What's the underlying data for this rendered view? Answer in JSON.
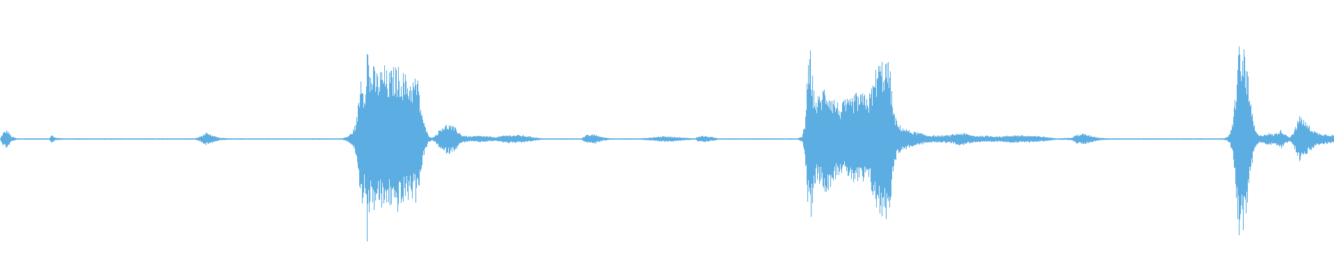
{
  "waveform": {
    "color": "#5dade2",
    "background": "#ffffff",
    "envelope": [
      [
        0,
        1
      ],
      [
        4,
        10
      ],
      [
        10,
        14
      ],
      [
        16,
        4
      ],
      [
        24,
        1
      ],
      [
        70,
        1
      ],
      [
        74,
        6
      ],
      [
        80,
        2
      ],
      [
        90,
        1
      ],
      [
        280,
        1
      ],
      [
        288,
        4
      ],
      [
        296,
        9
      ],
      [
        306,
        5
      ],
      [
        316,
        2
      ],
      [
        330,
        1
      ],
      [
        492,
        1
      ],
      [
        500,
        4
      ],
      [
        506,
        10
      ],
      [
        512,
        24
      ],
      [
        516,
        60
      ],
      [
        520,
        110
      ],
      [
        524,
        70
      ],
      [
        528,
        150
      ],
      [
        532,
        100
      ],
      [
        536,
        110
      ],
      [
        540,
        100
      ],
      [
        546,
        100
      ],
      [
        552,
        110
      ],
      [
        558,
        96
      ],
      [
        564,
        104
      ],
      [
        570,
        108
      ],
      [
        576,
        104
      ],
      [
        582,
        96
      ],
      [
        590,
        88
      ],
      [
        596,
        90
      ],
      [
        600,
        96
      ],
      [
        604,
        60
      ],
      [
        610,
        24
      ],
      [
        616,
        6
      ],
      [
        622,
        2
      ],
      [
        628,
        8
      ],
      [
        636,
        20
      ],
      [
        646,
        22
      ],
      [
        656,
        16
      ],
      [
        664,
        6
      ],
      [
        676,
        4
      ],
      [
        690,
        5
      ],
      [
        712,
        3
      ],
      [
        730,
        6
      ],
      [
        748,
        6
      ],
      [
        762,
        4
      ],
      [
        780,
        1
      ],
      [
        836,
        1
      ],
      [
        844,
        6
      ],
      [
        856,
        7
      ],
      [
        866,
        3
      ],
      [
        880,
        1
      ],
      [
        920,
        1
      ],
      [
        934,
        2
      ],
      [
        950,
        4
      ],
      [
        966,
        4
      ],
      [
        984,
        2
      ],
      [
        1000,
        1
      ],
      [
        1004,
        4
      ],
      [
        1012,
        5
      ],
      [
        1024,
        3
      ],
      [
        1034,
        1
      ],
      [
        1148,
        1
      ],
      [
        1154,
        4
      ],
      [
        1158,
        24
      ],
      [
        1162,
        100
      ],
      [
        1166,
        130
      ],
      [
        1170,
        80
      ],
      [
        1174,
        60
      ],
      [
        1180,
        66
      ],
      [
        1186,
        80
      ],
      [
        1192,
        74
      ],
      [
        1198,
        64
      ],
      [
        1204,
        56
      ],
      [
        1210,
        48
      ],
      [
        1216,
        60
      ],
      [
        1222,
        56
      ],
      [
        1228,
        66
      ],
      [
        1234,
        68
      ],
      [
        1240,
        66
      ],
      [
        1246,
        70
      ],
      [
        1250,
        64
      ],
      [
        1256,
        84
      ],
      [
        1262,
        112
      ],
      [
        1268,
        116
      ],
      [
        1274,
        118
      ],
      [
        1280,
        110
      ],
      [
        1286,
        40
      ],
      [
        1292,
        22
      ],
      [
        1300,
        17
      ],
      [
        1310,
        12
      ],
      [
        1324,
        9
      ],
      [
        1334,
        6
      ],
      [
        1350,
        5
      ],
      [
        1366,
        6
      ],
      [
        1380,
        9
      ],
      [
        1386,
        9
      ],
      [
        1394,
        7
      ],
      [
        1402,
        5
      ],
      [
        1420,
        5
      ],
      [
        1440,
        4
      ],
      [
        1460,
        6
      ],
      [
        1480,
        5
      ],
      [
        1500,
        4
      ],
      [
        1520,
        1
      ],
      [
        1542,
        2
      ],
      [
        1550,
        7
      ],
      [
        1560,
        8
      ],
      [
        1570,
        5
      ],
      [
        1582,
        2
      ],
      [
        1600,
        1
      ],
      [
        1760,
        1
      ],
      [
        1766,
        3
      ],
      [
        1770,
        8
      ],
      [
        1774,
        30
      ],
      [
        1778,
        70
      ],
      [
        1782,
        145
      ],
      [
        1786,
        120
      ],
      [
        1790,
        140
      ],
      [
        1794,
        110
      ],
      [
        1800,
        50
      ],
      [
        1806,
        14
      ],
      [
        1812,
        5
      ],
      [
        1818,
        7
      ],
      [
        1826,
        9
      ],
      [
        1832,
        7
      ],
      [
        1838,
        10
      ],
      [
        1844,
        14
      ],
      [
        1850,
        7
      ],
      [
        1856,
        3
      ],
      [
        1862,
        12
      ],
      [
        1868,
        30
      ],
      [
        1872,
        36
      ],
      [
        1878,
        26
      ],
      [
        1886,
        18
      ],
      [
        1894,
        10
      ],
      [
        1904,
        8
      ],
      [
        1920,
        6
      ]
    ]
  }
}
